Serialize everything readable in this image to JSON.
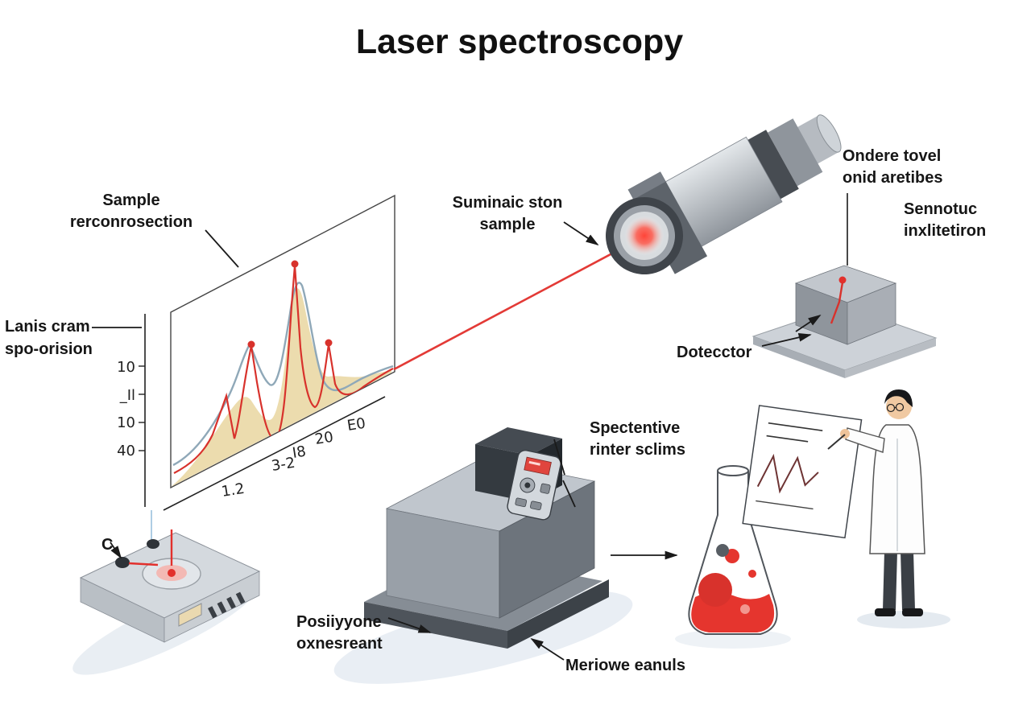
{
  "title": "Laser spectroscopy",
  "labels": {
    "sample_projection": {
      "line1": "Sample",
      "line2": "rerconrosection"
    },
    "laser_source": {
      "line1": "Suminaic ston",
      "line2": "sample"
    },
    "detector_note_top": {
      "line1": "Ondere tovel",
      "line2": "onid aretibes"
    },
    "detector_note_right": {
      "line1": "Sennotuc",
      "line2": "inxlitetiron"
    },
    "axis_note": {
      "line1": "Lanis cram",
      "line2": "spo-orision"
    },
    "detector": "Dotecctor",
    "spectrometer_note": {
      "line1": "Spectentive",
      "line2": "rinter sclims"
    },
    "spectrometer_caption": {
      "line1": "Posiiyyone",
      "line2": "oxnesreant"
    },
    "flask_caption": "Meriowe eanuls",
    "knob_marker": "C"
  },
  "chart": {
    "y_ticks": [
      "10",
      "_Il",
      "10",
      "40"
    ],
    "x_ticks": [
      "1.2",
      "3-2",
      "I8",
      "20",
      "E0"
    ]
  },
  "colors": {
    "beam_red": "#e2302c",
    "curve_red": "#d8322c",
    "curve_blue": "#8fa8b8",
    "fill_tan": "#ecdcae",
    "machine_gray": "#9aa1a9"
  }
}
